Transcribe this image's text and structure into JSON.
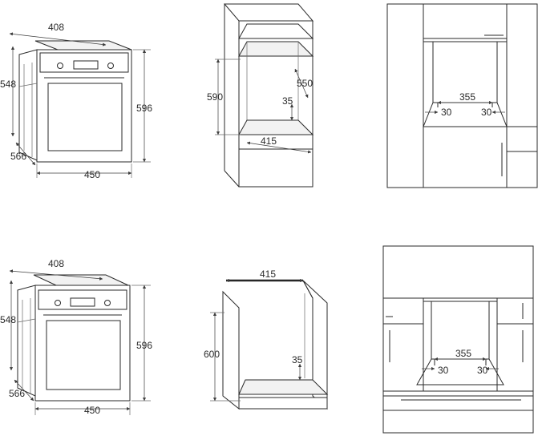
{
  "oven_top": {
    "width_top": "408",
    "height_side": "548",
    "depth": "566",
    "front_width": "450",
    "front_height": "596"
  },
  "cabinet_tall": {
    "height_590": "590",
    "depth_550": "550",
    "gap_35": "35",
    "width_415": "415"
  },
  "kitchen_tall": {
    "width_355": "355",
    "left_30": "30",
    "right_30": "30"
  },
  "oven_bottom": {
    "width_top": "408",
    "height_side": "548",
    "depth": "566",
    "front_width": "450",
    "front_height": "596"
  },
  "cabinet_under": {
    "width_415": "415",
    "height_600": "600",
    "gap_35": "35"
  },
  "kitchen_under": {
    "width_355": "355",
    "left_30": "30",
    "right_30": "30"
  }
}
